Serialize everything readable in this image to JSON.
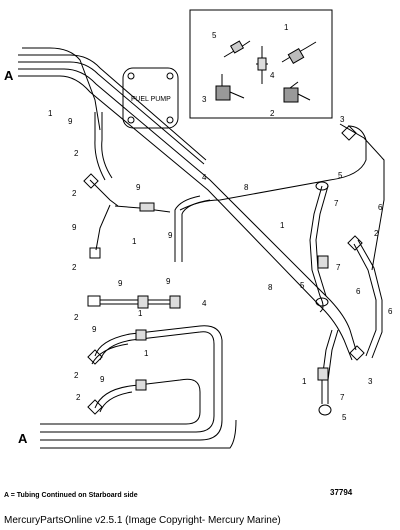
{
  "pump_label": "FUEL PUMP",
  "ref_letter": "A",
  "callouts": [
    "1",
    "2",
    "3",
    "4",
    "5",
    "6",
    "7",
    "8",
    "9"
  ],
  "caption": "A = Tubing Continued on Starboard side",
  "ref_number": "37794",
  "footer": "MercuryPartsOnline v2.5.1 (Image Copyright- Mercury Marine)"
}
